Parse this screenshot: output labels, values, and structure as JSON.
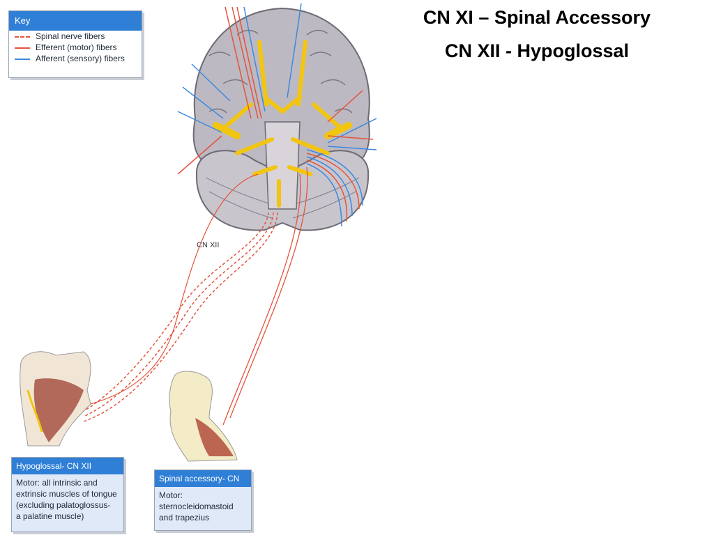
{
  "title": {
    "line1": "CN XI – Spinal Accessory",
    "line2": "CN XII - Hypoglossal"
  },
  "key": {
    "heading": "Key",
    "items": [
      {
        "label": "Spinal nerve fibers",
        "style": "dashed",
        "color": "#e4533c"
      },
      {
        "label": "Efferent (motor) fibers",
        "style": "solid",
        "color": "#e4533c"
      },
      {
        "label": "Afferent (sensory) fibers",
        "style": "solid",
        "color": "#3b8ae0"
      }
    ]
  },
  "diagram": {
    "nerve_label": "CN XII"
  },
  "hypoglossal_box": {
    "heading": "Hypoglossal- CN XII",
    "lines": [
      "Motor: all intrinsic and",
      "extrinsic muscles of tongue",
      "(excluding palatoglossus-",
      "a palatine muscle)"
    ]
  },
  "accessory_box": {
    "heading": "Spinal accessory- CN XI",
    "lines": [
      "Motor:",
      "sternocleidomastoid",
      "and trapezius"
    ]
  },
  "colors": {
    "header_blue": "#2f7fd6",
    "box_body": "#dfe9f7",
    "motor_red": "#e4533c",
    "sensory_blue": "#3b8ae0",
    "nerve_yellow": "#f2c511"
  }
}
